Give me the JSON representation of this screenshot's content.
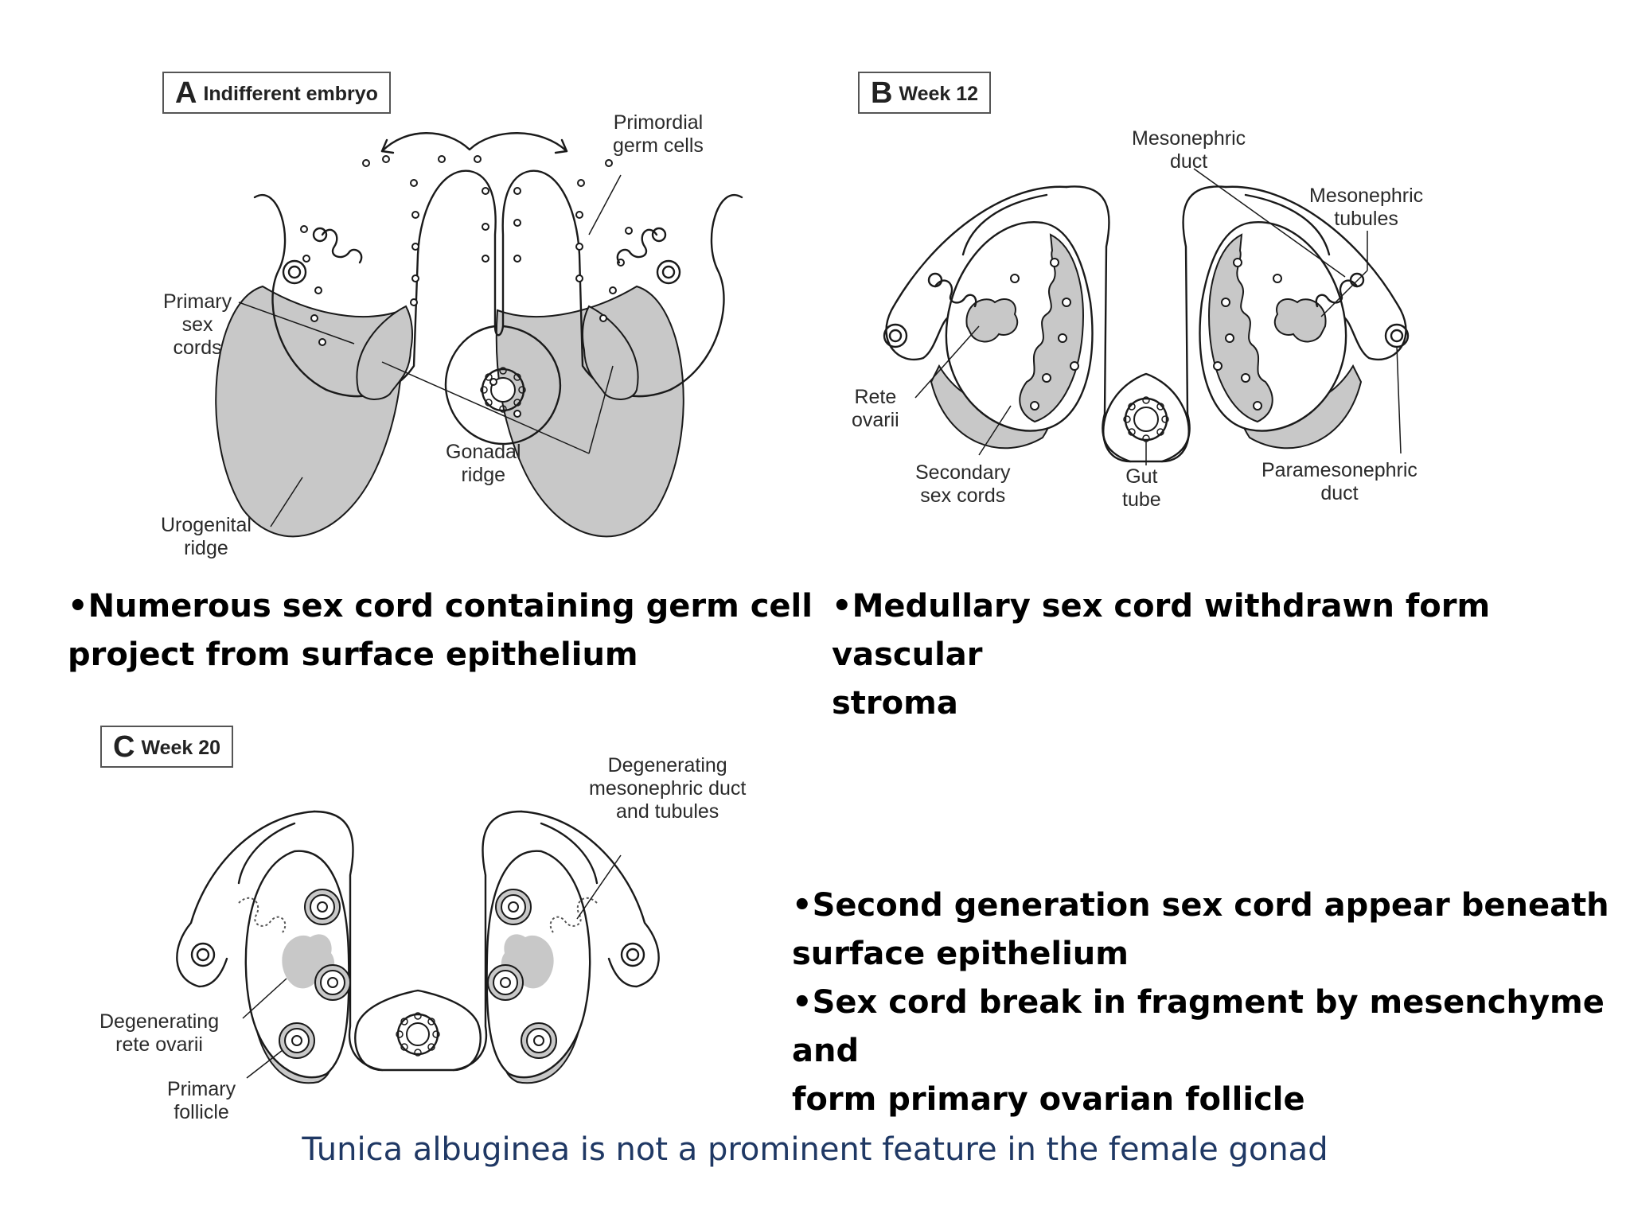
{
  "panel_a": {
    "letter": "A",
    "title": "Indifferent embryo",
    "labels": {
      "primordial": [
        "Primordial",
        "germ cells"
      ],
      "primary_cords": [
        "Primary",
        "sex",
        "cords"
      ],
      "gonadal_ridge": [
        "Gonadal",
        "ridge"
      ],
      "urogenital_ridge": [
        "Urogenital",
        "ridge"
      ]
    }
  },
  "panel_b": {
    "letter": "B",
    "title": "Week 12",
    "labels": {
      "mesonephric_duct": [
        "Mesonephric",
        "duct"
      ],
      "mesonephric_tubules": [
        "Mesonephric",
        "tubules"
      ],
      "rete_ovarii": [
        "Rete",
        "ovarii"
      ],
      "secondary_cords": [
        "Secondary",
        "sex cords"
      ],
      "gut_tube": [
        "Gut",
        "tube"
      ],
      "paramesonephric_duct": [
        "Paramesonephric",
        "duct"
      ]
    }
  },
  "panel_c": {
    "letter": "C",
    "title": "Week 20",
    "labels": {
      "degenerating_duct": [
        "Degenerating",
        "mesonephric duct",
        "and tubules"
      ],
      "degenerating_rete": [
        "Degenerating",
        "rete ovarii"
      ],
      "primary_follicle": [
        "Primary",
        "follicle"
      ]
    }
  },
  "text_a": [
    "•Numerous sex cord containing germ cell",
    "project from surface epithelium"
  ],
  "text_b": [
    "•Medullary sex cord withdrawn form vascular",
    "stroma"
  ],
  "text_c": [
    "•Second generation sex cord appear beneath",
    "surface epithelium",
    "•Sex cord break in fragment by mesenchyme and",
    "form primary ovarian follicle"
  ],
  "footer": "Tunica albuginea is not a prominent feature in the female gonad"
}
